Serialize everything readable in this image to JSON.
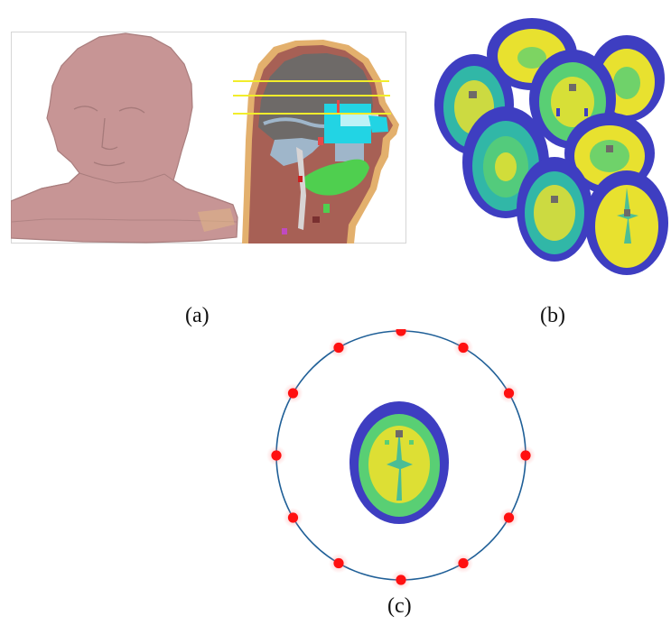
{
  "figure": {
    "captions": {
      "a": "(a)",
      "b": "(b)",
      "c": "(c)"
    },
    "colors": {
      "skin": "#c79595",
      "skin_dark": "#a97d7d",
      "border_orange": "#e3b06d",
      "muscle": "#a76055",
      "gray_matter": "#6e6a68",
      "csf_blue": "#3e3ec1",
      "light_blue": "#9fb6ca",
      "cyan": "#22d4e4",
      "green": "#4fcf4f",
      "yellow_line": "#f2ed2b",
      "brain_yellow": "#e8e12f",
      "brain_teal": "#31b7a7",
      "brain_green": "#59cf74",
      "ring_blue": "#1f5f97",
      "sensor_red": "#ff1010",
      "sensor_glow": "#ff8f8f"
    },
    "sensor_count": 12
  }
}
